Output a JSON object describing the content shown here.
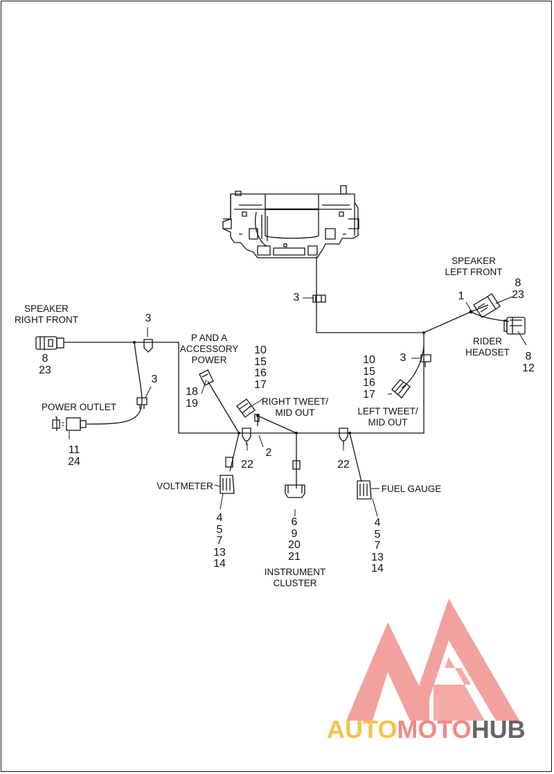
{
  "labels": {
    "speaker_left_front": [
      "SPEAKER",
      "LEFT FRONT"
    ],
    "speaker_right_front": [
      "SPEAKER",
      "RIGHT FRONT"
    ],
    "p_and_a_power": [
      "P AND A",
      "ACCESSORY",
      "POWER"
    ],
    "right_tweet": [
      "RIGHT TWEET/",
      "MID OUT"
    ],
    "left_tweet": [
      "LEFT TWEET/",
      "MID OUT"
    ],
    "rider_headset": [
      "RIDER",
      "HEADSET"
    ],
    "power_outlet": "POWER OUTLET",
    "voltmeter": "VOLTMETER",
    "fuel_gauge": "FUEL GAUGE",
    "instrument_cluster": [
      "INSTRUMENT",
      "CLUSTER"
    ]
  },
  "callouts": {
    "top_clip": "3",
    "left_front_1": "1",
    "left_front_parts": [
      "8",
      "23"
    ],
    "rider_headset_parts": [
      "8",
      "12"
    ],
    "left_clip": "3",
    "left_tweet_parts": [
      "10",
      "15",
      "16",
      "17"
    ],
    "right_front_clip": "3",
    "right_front_parts": [
      "8",
      "23"
    ],
    "outlet_clip": "3",
    "outlet_parts": [
      "11",
      "24"
    ],
    "pa_power_parts": [
      "18",
      "19"
    ],
    "right_tweet_parts": [
      "10",
      "15",
      "16",
      "17"
    ],
    "right_tweet_2": "2",
    "clip_22_left": "22",
    "clip_22_right": "22",
    "voltmeter_parts": [
      "4",
      "5",
      "7",
      "13",
      "14"
    ],
    "cluster_parts": [
      "6",
      "9",
      "20",
      "21"
    ],
    "fuel_parts": [
      "4",
      "5",
      "7",
      "13",
      "14"
    ]
  },
  "watermark": {
    "part1": "AUTO",
    "part2": "MOTO",
    "part3": "HUB",
    "color_auto": "#f6c24a",
    "color_moto": "#ef8a85",
    "color_hub": "#666666",
    "logo_color": "#f08a86"
  }
}
